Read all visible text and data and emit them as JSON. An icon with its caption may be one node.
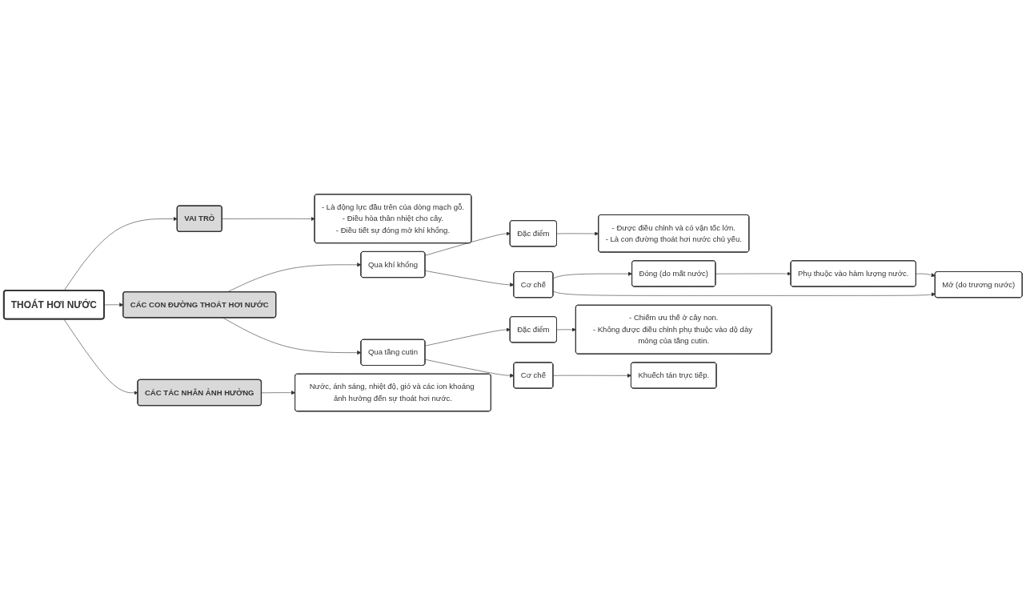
{
  "diagram": {
    "nodes": [
      {
        "text": [
          "THOÁT HƠI NƯỚC"
        ]
      },
      {
        "text": [
          "VAI TRÒ"
        ]
      },
      {
        "text": [
          "- Là động lực đầu trên của dòng mạch gỗ.",
          "- Điều hòa thân nhiệt cho cây.",
          "- Điều tiết sự đóng mở khí khổng."
        ]
      },
      {
        "text": [
          "CÁC CON ĐƯỜNG THOÁT HƠI NƯỚC"
        ]
      },
      {
        "text": [
          "Qua khí khổng"
        ]
      },
      {
        "text": [
          "Đặc điểm"
        ]
      },
      {
        "text": [
          "- Được điều chỉnh và có vận tốc lớn.",
          "- Là con đường thoát hơi nước chủ yếu."
        ]
      },
      {
        "text": [
          "Cơ chế"
        ]
      },
      {
        "text": [
          "Đóng (do mất nước)"
        ]
      },
      {
        "text": [
          "Mở (do trương nước)"
        ]
      },
      {
        "text": [
          "Phụ thuộc vào hàm lượng nước."
        ]
      },
      {
        "text": [
          "Qua tầng cutin"
        ]
      },
      {
        "text": [
          "Đặc điểm"
        ]
      },
      {
        "text": [
          "- Chiếm ưu thế ở cây non.",
          "- Không được điều chỉnh phụ thuộc vào dộ dày mỏng của tầng cutin."
        ]
      },
      {
        "text": [
          "Cơ chế"
        ]
      },
      {
        "text": [
          "Khuếch tán trực tiếp."
        ]
      },
      {
        "text": [
          "CÁC TÁC NHÂN ẢNH HƯỞNG"
        ]
      },
      {
        "text": [
          "Nước, ánh sáng, nhiệt độ, gió và các ion khoáng ảnh hưởng đến sự thoát hơi nước."
        ]
      }
    ],
    "edges": [
      {
        "from": 0,
        "to": 1,
        "arrow": "to"
      },
      {
        "from": 1,
        "to": 2,
        "arrow": "to"
      },
      {
        "from": 0,
        "to": 3,
        "arrow": "to"
      },
      {
        "from": 3,
        "to": 4,
        "arrow": "to"
      },
      {
        "from": 4,
        "to": 5,
        "arrow": "to"
      },
      {
        "from": 5,
        "to": 6,
        "arrow": "to"
      },
      {
        "from": 4,
        "to": 7,
        "arrow": "to"
      },
      {
        "from": 7,
        "to": 8,
        "arrow": "to"
      },
      {
        "from": 7,
        "to": 9,
        "arrow": "to"
      },
      {
        "from": 8,
        "to": 10,
        "arrow": "to"
      },
      {
        "from": 10,
        "to": 9,
        "arrow": "to"
      },
      {
        "from": 3,
        "to": 11,
        "arrow": "to"
      },
      {
        "from": 11,
        "to": 12,
        "arrow": "to"
      },
      {
        "from": 12,
        "to": 13,
        "arrow": "to"
      },
      {
        "from": 11,
        "to": 14,
        "arrow": "to"
      },
      {
        "from": 14,
        "to": 15,
        "arrow": "to"
      },
      {
        "from": 0,
        "to": 16,
        "arrow": "to"
      },
      {
        "from": 16,
        "to": 17,
        "arrow": "to"
      }
    ]
  }
}
